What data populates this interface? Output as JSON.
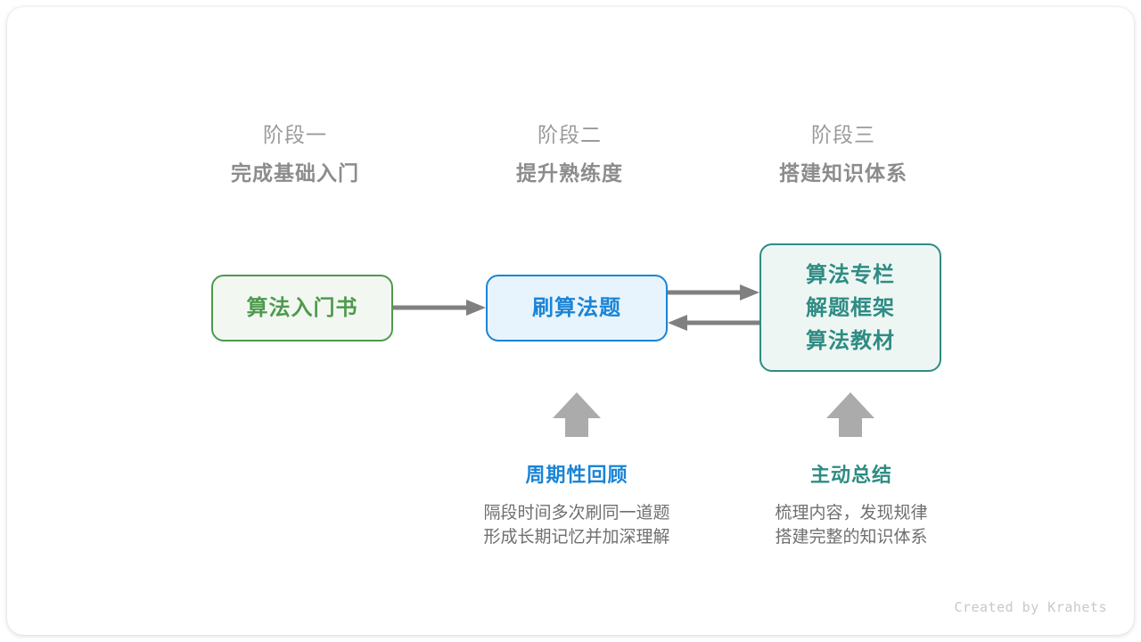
{
  "diagram": {
    "stages": [
      {
        "name": "阶段一",
        "goal": "完成基础入门"
      },
      {
        "name": "阶段二",
        "goal": "提升熟练度"
      },
      {
        "name": "阶段三",
        "goal": "搭建知识体系"
      }
    ],
    "nodes": [
      {
        "id": "book",
        "lines": [
          "算法入门书"
        ],
        "text_color": "#4e9a4e",
        "border_color": "#4e9a4e",
        "fill_color": "#f2f8f1"
      },
      {
        "id": "practice",
        "lines": [
          "刷算法题"
        ],
        "text_color": "#1a84d6",
        "border_color": "#1a84d6",
        "fill_color": "#e8f4fd"
      },
      {
        "id": "resources",
        "lines": [
          "算法专栏",
          "解题框架",
          "算法教材"
        ],
        "text_color": "#2e8c83",
        "border_color": "#2e8c83",
        "fill_color": "#eef6f4"
      }
    ],
    "connectors": [
      {
        "id": "book-to-practice",
        "direction": "right",
        "color": "#808080"
      },
      {
        "id": "practice-to-resources",
        "direction": "right",
        "color": "#808080"
      },
      {
        "id": "resources-to-practice",
        "direction": "left",
        "color": "#808080"
      },
      {
        "id": "review-up",
        "direction": "up",
        "color": "#ababab"
      },
      {
        "id": "summary-up",
        "direction": "up",
        "color": "#ababab"
      }
    ],
    "annotations": [
      {
        "id": "review",
        "title": "周期性回顾",
        "title_color": "#1a84d6",
        "desc_lines": [
          "隔段时间多次刷同一道题",
          "形成长期记忆并加深理解"
        ]
      },
      {
        "id": "summary",
        "title": "主动总结",
        "title_color": "#2e8c83",
        "desc_lines": [
          "梳理内容，发现规律",
          "搭建完整的知识体系"
        ]
      }
    ],
    "credit": "Created by Krahets"
  }
}
